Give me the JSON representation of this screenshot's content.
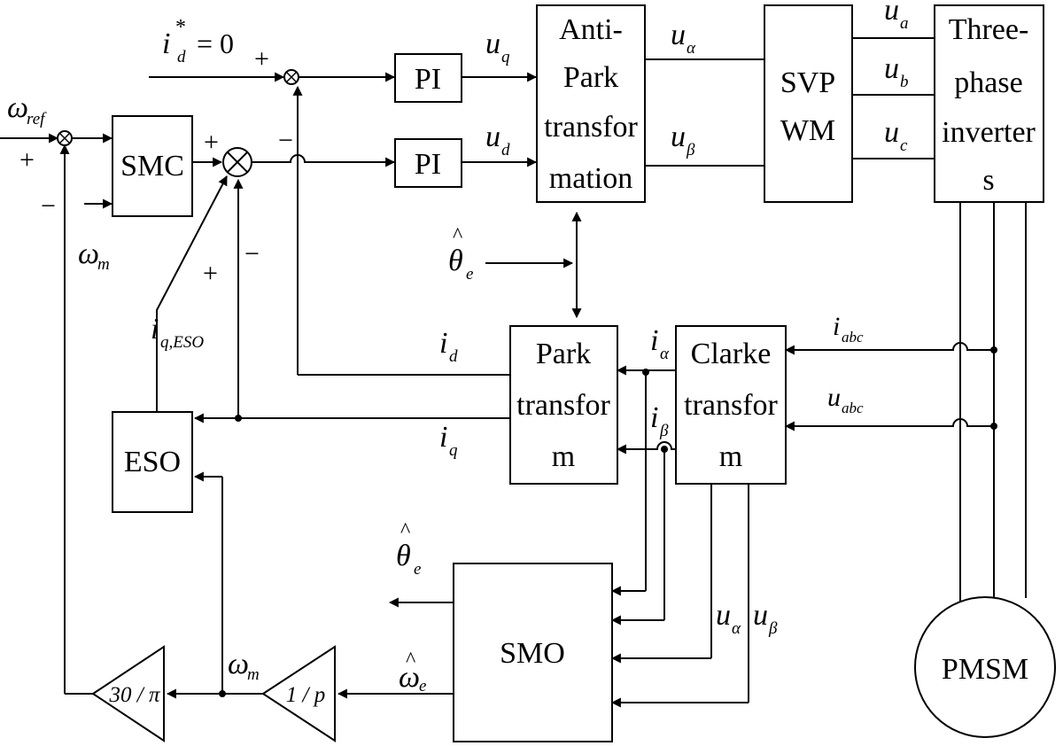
{
  "blocks": {
    "smc": "SMC",
    "pi1": "PI",
    "pi2": "PI",
    "anti_park": [
      "Anti-",
      "Park",
      "transfor",
      "mation"
    ],
    "svpwm": [
      "SVP",
      "WM"
    ],
    "inverter": [
      "Three-",
      "phase",
      "inverter",
      "s"
    ],
    "park": [
      "Park",
      "transfor",
      "m"
    ],
    "clarke": [
      "Clarke",
      "transfor",
      "m"
    ],
    "eso": "ESO",
    "smo": "SMO",
    "pmsm": "PMSM",
    "gain_30pi": "30 / π",
    "gain_1p": "1 / p"
  },
  "signals": {
    "id_ref": {
      "sym": "i",
      "sup": "*",
      "sub": "d",
      "rest": "= 0"
    },
    "omega_ref": {
      "sym": "ω",
      "sub": "ref"
    },
    "omega_m": {
      "sym": "ω",
      "sub": "m"
    },
    "uq": {
      "sym": "u",
      "sub": "q"
    },
    "ud": {
      "sym": "u",
      "sub": "d"
    },
    "u_alpha": {
      "sym": "u",
      "sub": "α"
    },
    "u_beta": {
      "sym": "u",
      "sub": "β"
    },
    "ua": {
      "sym": "u",
      "sub": "a"
    },
    "ub": {
      "sym": "u",
      "sub": "b"
    },
    "uc": {
      "sym": "u",
      "sub": "c"
    },
    "theta_e": {
      "sym": "θ",
      "hat": "^",
      "sub": "e"
    },
    "omega_e": {
      "sym": "ω",
      "hat": "^",
      "sub": "e"
    },
    "i_q_eso": {
      "sym": "i",
      "sub": "q,ESO"
    },
    "i_d": {
      "sym": "i",
      "sub": "d"
    },
    "i_q": {
      "sym": "i",
      "sub": "q"
    },
    "i_alpha": {
      "sym": "i",
      "sub": "α"
    },
    "i_beta": {
      "sym": "i",
      "sub": "β"
    },
    "i_abc": {
      "sym": "i",
      "sub": "abc"
    },
    "u_abc": {
      "sym": "u",
      "sub": "abc"
    }
  },
  "signs": {
    "plus": "+",
    "minus": "−"
  }
}
